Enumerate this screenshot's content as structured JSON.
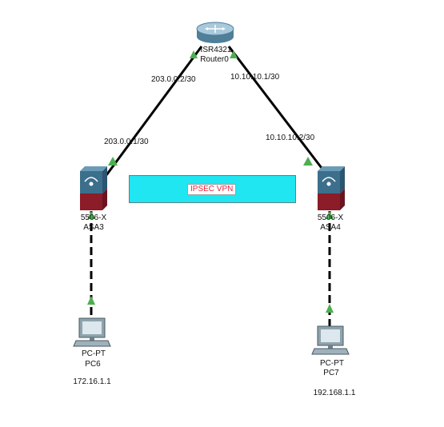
{
  "devices": {
    "router": {
      "model": "ISR4321",
      "name": "Router0"
    },
    "asa3": {
      "model": "5506-X",
      "name": "ASA3"
    },
    "asa4": {
      "model": "5506-X",
      "name": "ASA4"
    },
    "pc6": {
      "model": "PC-PT",
      "name": "PC6",
      "ip": "172.16.1.1"
    },
    "pc7": {
      "model": "PC-PT",
      "name": "PC7",
      "ip": "192.168.1.1"
    }
  },
  "links": {
    "router_asa3": {
      "router_end": "203.0.0.2/30",
      "asa_end": "203.0.0.1/30"
    },
    "router_asa4": {
      "router_end": "10.10.10.1/30",
      "asa_end": "10.10.10.2/30"
    }
  },
  "vpn": {
    "label": "IPSEC VPN"
  },
  "colors": {
    "link": "#000000",
    "link_indicator": "#4caf50",
    "vpn_fill": "#1fe6f0",
    "vpn_text": "#e8243c",
    "asa_top": "#3c6f8c",
    "asa_bottom": "#8b1c28"
  }
}
